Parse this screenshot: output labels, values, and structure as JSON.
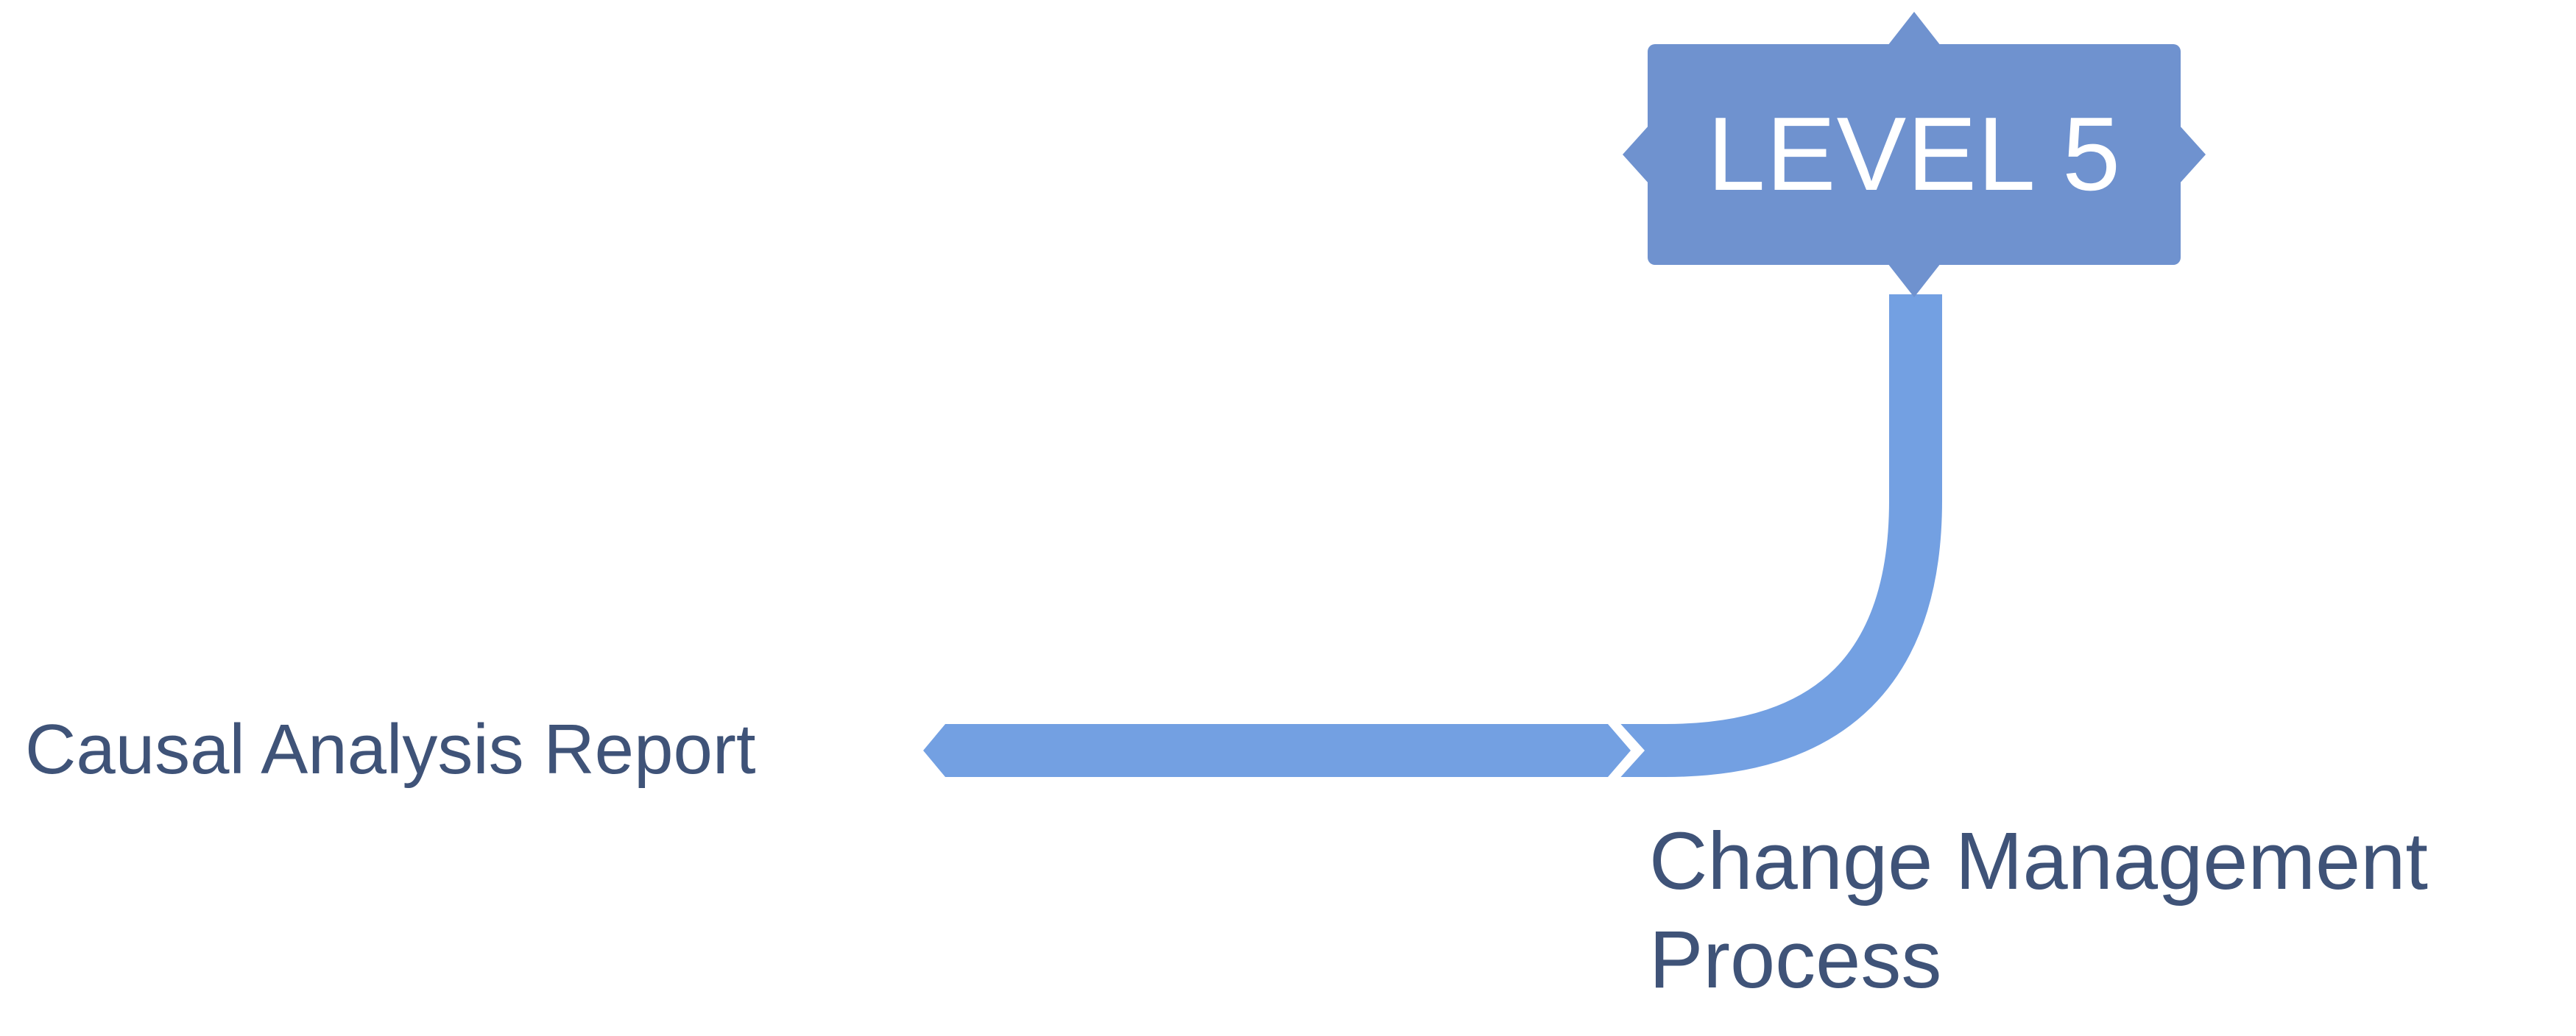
{
  "level_node": {
    "label": "LEVEL 5",
    "fill_color": "#6f92cf",
    "text_color": "#ffffff"
  },
  "connector": {
    "color": "#73a0e2"
  },
  "nodes": {
    "causal_analysis": {
      "label": "Causal Analysis Report"
    },
    "change_management": {
      "line1": "Change Management",
      "line2": "Process"
    }
  },
  "text_color": "#3f5378"
}
